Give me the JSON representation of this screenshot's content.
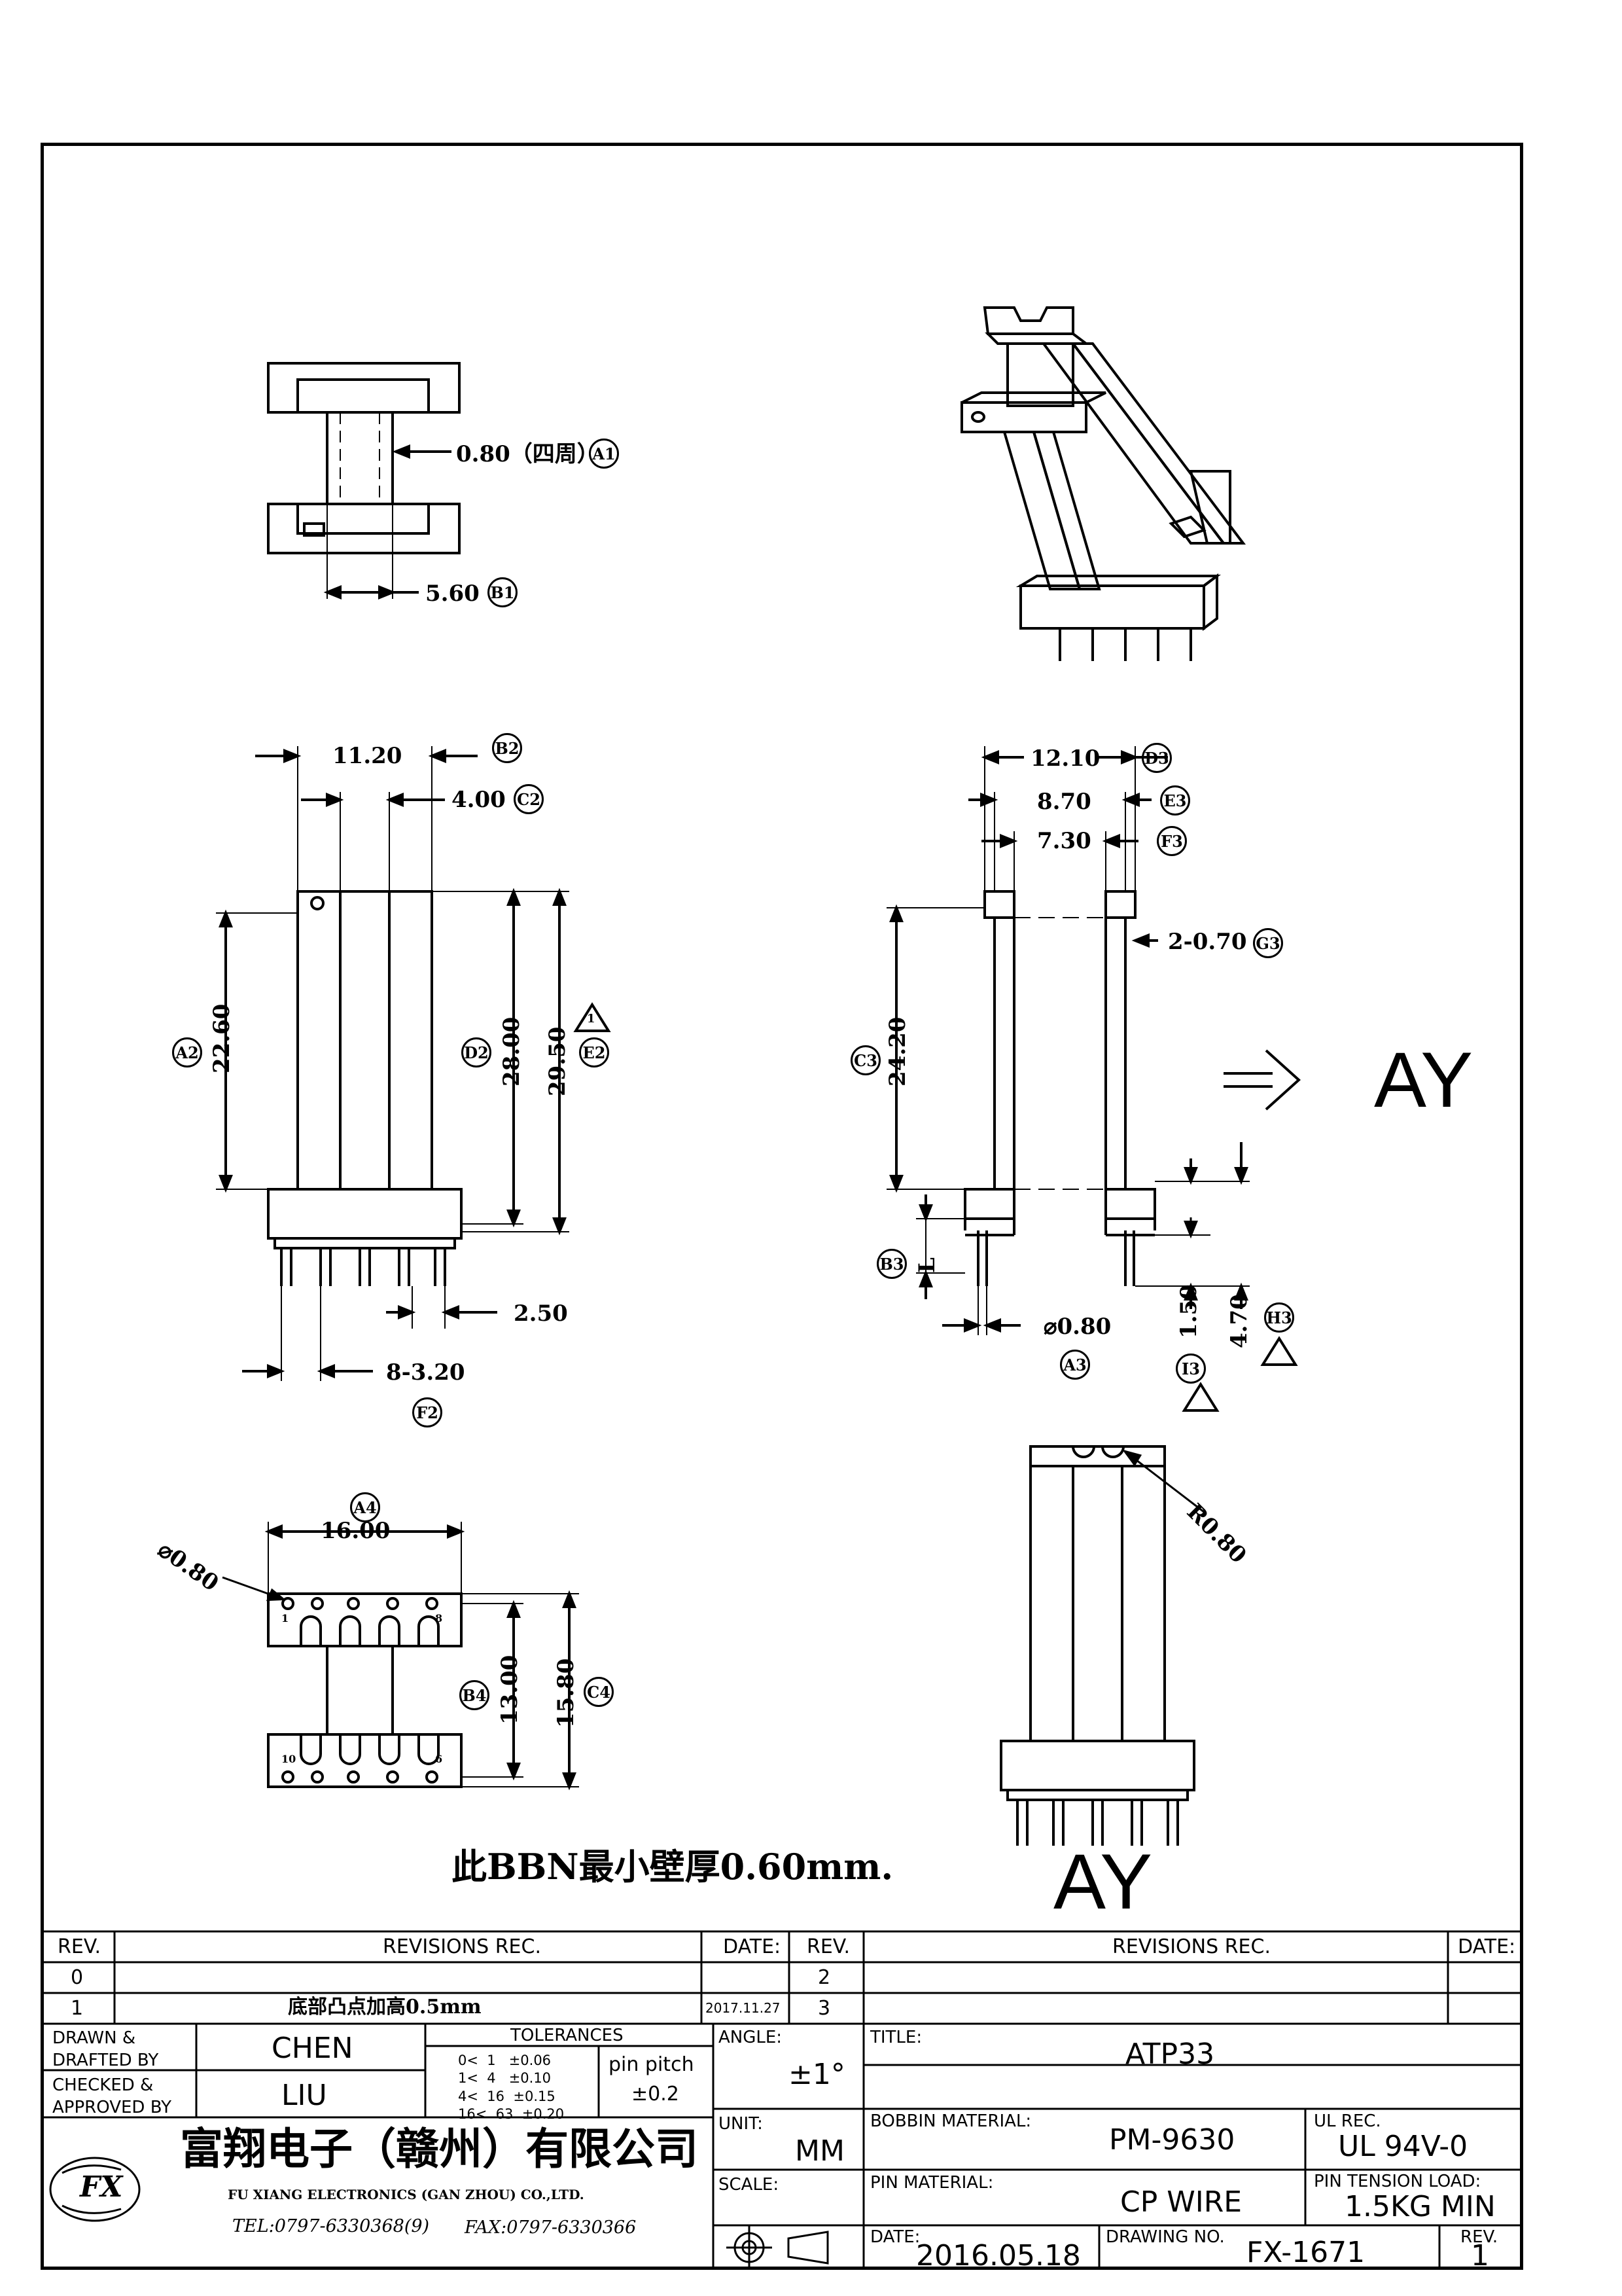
{
  "callouts": {
    "A1": "A1",
    "B1": "B1",
    "B2": "B2",
    "C2": "C2",
    "A2": "A2",
    "D2": "D2",
    "E2": "E2",
    "F2": "F2",
    "D3": "D3",
    "E3": "E3",
    "F3": "F3",
    "G3": "G3",
    "C3": "C3",
    "B3": "B3",
    "A3": "A3",
    "H3": "H3",
    "I3": "I3",
    "A4": "A4",
    "B4": "B4",
    "C4": "C4"
  },
  "dims": {
    "d_080_top": "0.80（四周）",
    "d_560": "5.60",
    "d_1120": "11.20",
    "d_400": "4.00",
    "d_2260": "22.60",
    "d_2800": "28.00",
    "d_2950": "29.50",
    "d_250": "2.50",
    "d_8_320": "8-3.20",
    "d_1210": "12.10",
    "d_870": "8.70",
    "d_730": "7.30",
    "d_2_070": "2-0.70",
    "d_2420": "24.20",
    "d_L": "L",
    "d_phi080": "⌀0.80",
    "d_150": "1.50",
    "d_470": "4.70",
    "d_r080": "R0.80",
    "d_phi080b": "⌀0.80",
    "d_1600": "16.00",
    "d_1300": "13.00",
    "d_1580": "15.80",
    "pin1": "1",
    "pin8": "8",
    "pin10": "10",
    "pin6": "6"
  },
  "rev_mark": "1",
  "labels": {
    "ay_side": "AY",
    "ay_bottom": "AY",
    "note": "此BBN最小壁厚0.60mm."
  },
  "titleblock": {
    "rev": "REV.",
    "revisions_rec": "REVISIONS  REC.",
    "date": "DATE:",
    "rev2": "REV.",
    "revisions_rec2": "REVISIONS  REC.",
    "date2": "DATE:",
    "row0_rev": "0",
    "row0_rev2": "2",
    "row1_rev": "1",
    "row1_desc": "底部凸点加高0.5mm",
    "row1_date": "2017.11.27",
    "row1_rev2": "3",
    "drawn": "DRAWN &\nDRAFTED BY",
    "drawn_val": "CHEN",
    "checked": "CHECKED &\nAPPROVED BY",
    "checked_val": "LIU",
    "tolerances": "TOLERANCES",
    "tol_rows": [
      "0<  1   ±0.06",
      "1<  4   ±0.10",
      "4<  16  ±0.15",
      "16<  63  ±0.20"
    ],
    "pin_pitch": "pin pitch",
    "pin_pitch_val": "±0.2",
    "angle": "ANGLE:",
    "angle_val": "±1°",
    "unit": "UNIT:",
    "unit_val": "MM",
    "scale": "SCALE:",
    "title": "TITLE:",
    "title_val": "ATP33",
    "bobbin_material": "BOBBIN MATERIAL:",
    "bobbin_material_val": "PM-9630",
    "ul_rec": "UL REC.",
    "ul_rec_val": "UL 94V-0",
    "pin_material": "PIN MATERIAL:",
    "pin_material_val": "CP WIRE",
    "pin_tension": "PIN TENSION LOAD:",
    "pin_tension_val": "1.5KG MIN",
    "date_l": "DATE:",
    "date_val": "2016.05.18",
    "drawing_no": "DRAWING NO.",
    "drawing_no_val": "FX-1671",
    "rev_l": "REV.",
    "rev_val": "1",
    "company": "富翔电子（赣州）有限公司",
    "company_en": "FU XIANG ELECTRONICS (GAN ZHOU) CO.,LTD.",
    "tel": "TEL:0797-6330368(9)",
    "fax": "FAX:0797-6330366",
    "logo_text": "FX"
  }
}
